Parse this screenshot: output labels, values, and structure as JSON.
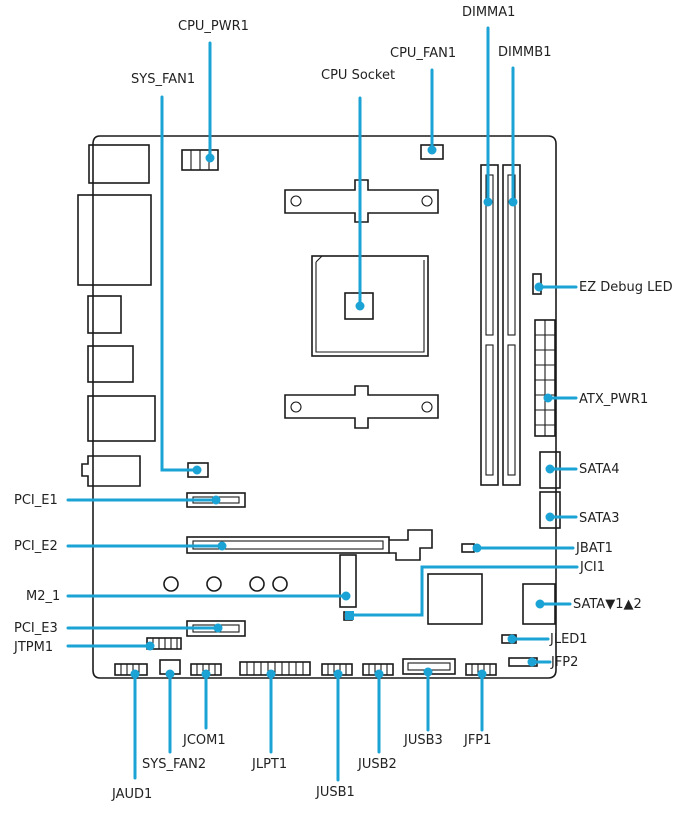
{
  "diagram": {
    "colors": {
      "leader": "#1aa3d4",
      "outline": "#1a1a1a",
      "background": "#ffffff",
      "text": "#222222"
    },
    "labels": {
      "dimma1": "DIMMA1",
      "cpu_pwr1": "CPU_PWR1",
      "dimmb1": "DIMMB1",
      "cpu_fan1": "CPU_FAN1",
      "sys_fan1": "SYS_FAN1",
      "cpu_socket": "CPU Socket",
      "ez_debug_led": "EZ Debug LED",
      "atx_pwr1": "ATX_PWR1",
      "sata4": "SATA4",
      "sata3": "SATA3",
      "pci_e1": "PCI_E1",
      "pci_e2": "PCI_E2",
      "jbat1": "JBAT1",
      "jci1": "JCI1",
      "m2_1": "M2_1",
      "sata12": "SATA▼1▲2",
      "pci_e3": "PCI_E3",
      "jled1": "JLED1",
      "jtpm1": "JTPM1",
      "jfp2": "JFP2",
      "jcom1": "JCOM1",
      "jusb3": "JUSB3",
      "jfp1": "JFP1",
      "sys_fan2": "SYS_FAN2",
      "jlpt1": "JLPT1",
      "jusb2": "JUSB2",
      "jaud1": "JAUD1",
      "jusb1": "JUSB1"
    }
  }
}
